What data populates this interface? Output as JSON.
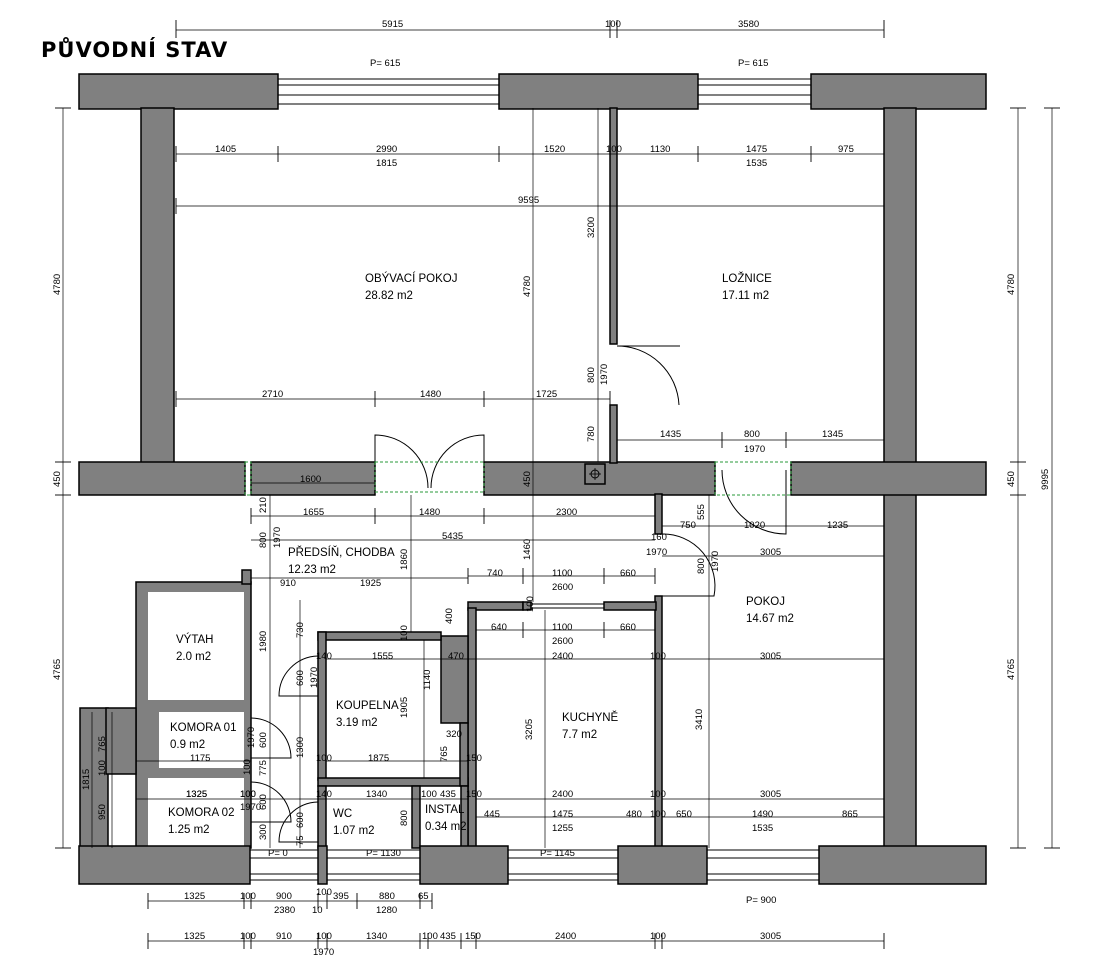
{
  "title": "PŮVODNÍ  STAV",
  "rooms": [
    {
      "name": "OBÝVACÍ POKOJ",
      "area": "28.82 m2"
    },
    {
      "name": "LOŽNICE",
      "area": "17.11 m2"
    },
    {
      "name": "PŘEDSÍŇ, CHODBA",
      "area": "12.23 m2"
    },
    {
      "name": "POKOJ",
      "area": "14.67 m2"
    },
    {
      "name": "VÝTAH",
      "area": "2.0 m2"
    },
    {
      "name": "KOMORA 01",
      "area": "0.9 m2"
    },
    {
      "name": "KOMORA 02",
      "area": "1.25 m2"
    },
    {
      "name": "KOUPELNA",
      "area": "3.19 m2"
    },
    {
      "name": "KUCHYNĚ",
      "area": "7.7 m2"
    },
    {
      "name": "WC",
      "area": "1.07 m2"
    },
    {
      "name": "INSTAL",
      "area": "0.34 m2"
    }
  ],
  "window_parapets": [
    "P= 615",
    "P= 615",
    "P= 0",
    "P= 1130",
    "P= 1145",
    "P= 900"
  ],
  "dimensions": {
    "top_overall": [
      "5915",
      "100",
      "3580"
    ],
    "top_row_a": [
      "1405",
      "2990",
      "1520",
      "100",
      "1130",
      "1475",
      "975"
    ],
    "top_row_b": [
      "1815",
      "1535"
    ],
    "overall_inner": "9595",
    "living_bottom": [
      "2710",
      "1480",
      "1725"
    ],
    "bedroom_bottom": [
      "1435",
      "800",
      "1345",
      "1970"
    ],
    "left_side": [
      "4780",
      "450",
      "4765",
      "1815"
    ],
    "right_side": [
      "4780",
      "450",
      "4765",
      "9995"
    ],
    "partition_vertical": [
      "3200",
      "1970",
      "800",
      "780",
      "4780",
      "450"
    ],
    "hall_top": [
      "1600",
      "1655",
      "1480",
      "2300",
      "5435",
      "210",
      "800",
      "1970"
    ],
    "hall_mid": [
      "910",
      "1925",
      "1860",
      "1460",
      "740",
      "1100",
      "660",
      "2600",
      "400",
      "100"
    ],
    "pokoj_dims": [
      "750",
      "1020",
      "1235",
      "3005",
      "160",
      "1970",
      "800",
      "1970",
      "555"
    ],
    "kitchen_top": [
      "640",
      "1100",
      "660",
      "2600",
      "470",
      "2400",
      "100",
      "3005"
    ],
    "bath_dims": [
      "730",
      "1980",
      "600",
      "1970",
      "140",
      "1555",
      "100",
      "1140",
      "1905",
      "320",
      "765",
      "150",
      "1875",
      "100",
      "1300"
    ],
    "kitchen_side": [
      "3205",
      "3410"
    ],
    "komora_dims": [
      "765",
      "100",
      "950",
      "1175",
      "1325",
      "100",
      "600",
      "1970",
      "100",
      "775",
      "600",
      "300",
      "75"
    ],
    "lower_row": [
      "1325",
      "100",
      "140",
      "1970",
      "1340",
      "100",
      "435",
      "150",
      "2400",
      "100",
      "3005"
    ],
    "wc_row": [
      "445",
      "1475",
      "480",
      "100",
      "650",
      "1490",
      "865",
      "1255",
      "1535",
      "800",
      "600"
    ],
    "bottom_a": [
      "1325",
      "100",
      "900",
      "100",
      "395",
      "880",
      "65",
      "2380",
      "10",
      "1280"
    ],
    "bottom_b": [
      "1325",
      "100",
      "910",
      "100",
      "1340",
      "100",
      "435",
      "150",
      "2400",
      "100",
      "3005",
      "1970"
    ]
  }
}
